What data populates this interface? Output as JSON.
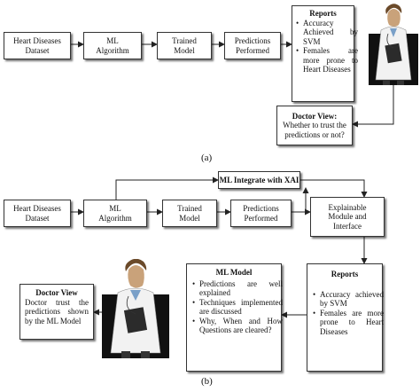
{
  "figure_a": {
    "caption": "(a)",
    "dataset": [
      "Heart Diseases",
      "Dataset"
    ],
    "ml_algorithm": [
      "ML",
      "Algorithm"
    ],
    "trained_model": [
      "Trained",
      "Model"
    ],
    "predictions": [
      "Predictions",
      "Performed"
    ],
    "reports": {
      "title": "Reports",
      "bullets": [
        "Accuracy Achieved by SVM",
        "Females are more prone to Heart Diseases"
      ]
    },
    "doctor_view": {
      "title": "Doctor View:",
      "text": [
        "Whether to trust the",
        "predictions or not?"
      ]
    }
  },
  "figure_b": {
    "caption": "(b)",
    "xai": "ML Integrate with XAI",
    "dataset": [
      "Heart Diseases",
      "Dataset"
    ],
    "ml_algorithm": [
      "ML",
      "Algorithm"
    ],
    "trained_model": [
      "Trained",
      "Model"
    ],
    "predictions": [
      "Predictions",
      "Performed"
    ],
    "explainable": [
      "Explainable",
      "Module and",
      "Interface"
    ],
    "reports": {
      "title": "Reports",
      "bullets": [
        "Accuracy achieved by SVM",
        "Females are more prone to Heart Diseases"
      ]
    },
    "ml_model": {
      "title": "ML Model",
      "bullets": [
        "Predictions are well explained",
        "Techniques implemented are discussed",
        "Why, When and How Questions are cleared?"
      ]
    },
    "doctor_view": {
      "title": "Doctor View",
      "text": "Doctor trust the predictions shown by the ML Model"
    }
  },
  "colors": {
    "line": "#222222",
    "doctor_bg": "#111111",
    "coat": "#f2f2f2"
  },
  "icons": [
    "doctor-illustration"
  ]
}
